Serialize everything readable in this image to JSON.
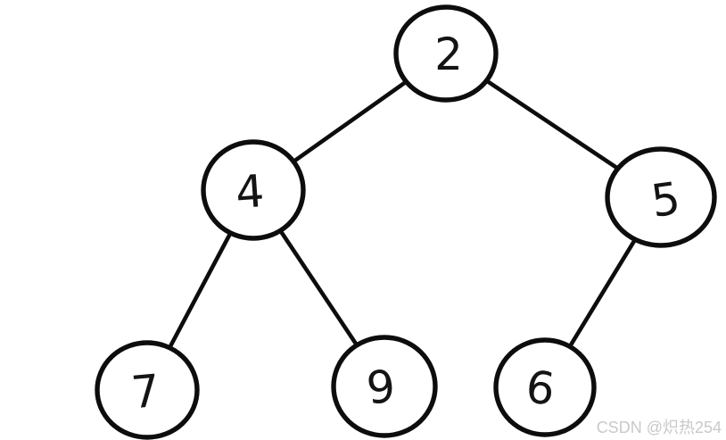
{
  "tree": {
    "description": "hand-drawn binary tree diagram",
    "nodes": [
      {
        "id": "2",
        "value": "2",
        "role": "root"
      },
      {
        "id": "4",
        "value": "4",
        "role": "left-child-of-2"
      },
      {
        "id": "5",
        "value": "5",
        "role": "right-child-of-2"
      },
      {
        "id": "7",
        "value": "7",
        "role": "left-child-of-4"
      },
      {
        "id": "9",
        "value": "9",
        "role": "right-child-of-4"
      },
      {
        "id": "6",
        "value": "6",
        "role": "left-child-of-5"
      }
    ],
    "edges": [
      {
        "from": "2",
        "to": "4"
      },
      {
        "from": "2",
        "to": "5"
      },
      {
        "from": "4",
        "to": "7"
      },
      {
        "from": "4",
        "to": "9"
      },
      {
        "from": "5",
        "to": "6"
      }
    ],
    "stroke_color": "#0d0d0d"
  },
  "watermark": {
    "text": "CSDN @炽热254",
    "color": "#c9c9c9"
  }
}
